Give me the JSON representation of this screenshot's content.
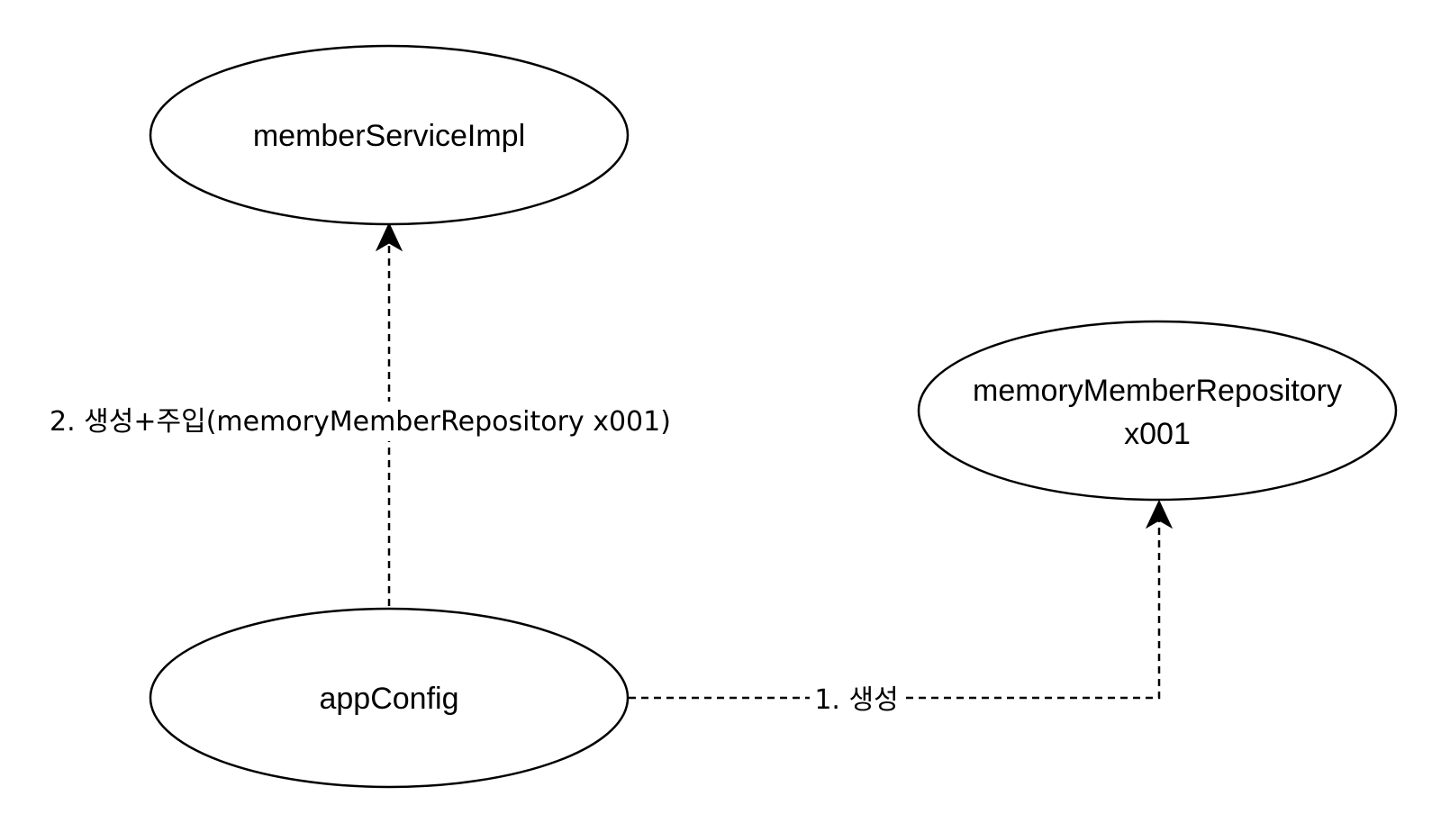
{
  "diagram": {
    "nodes": {
      "member_service": {
        "label": "memberServiceImpl"
      },
      "memory_repo": {
        "line1": "memoryMemberRepository",
        "line2": "x001"
      },
      "app_config": {
        "label": "appConfig"
      }
    },
    "edges": {
      "create_repo": {
        "label": "1. 생성"
      },
      "create_inject": {
        "label": "2. 생성+주입(memoryMemberRepository x001)"
      }
    },
    "style": {
      "line_color": "#000000",
      "background": "#ffffff",
      "line_style": "dashed"
    }
  }
}
